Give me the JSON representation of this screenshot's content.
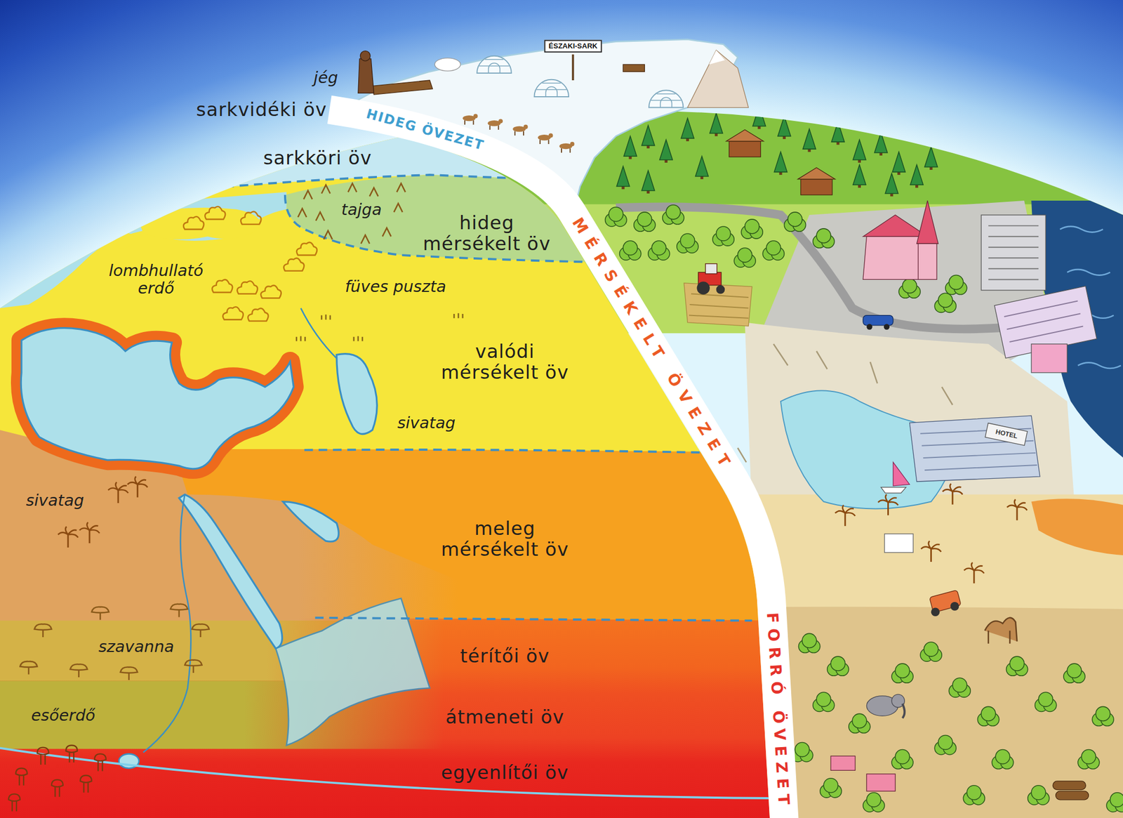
{
  "diagram": {
    "nodes": [
      {
        "text": [
          "ÉSZAKI-SARK"
        ]
      }
    ],
    "labels": [
      "jég",
      "sarkvidéki öv",
      "HIDEG ÖVEZET",
      "sarkköri öv",
      "tajga",
      "hideg mérsékelt öv",
      "lombhullató erdő",
      "füves puszta",
      "valódi mérsékelt öv",
      "MÉRSÉKELT ÖVEZET",
      "sivatag",
      "sivatag",
      "meleg mérsékelt öv",
      "szavanna",
      "térítői öv",
      "esőerdő",
      "átmeneti öv",
      "FORRÓ ÖVEZET",
      "egyenlítői öv",
      "HOTEL"
    ]
  }
}
